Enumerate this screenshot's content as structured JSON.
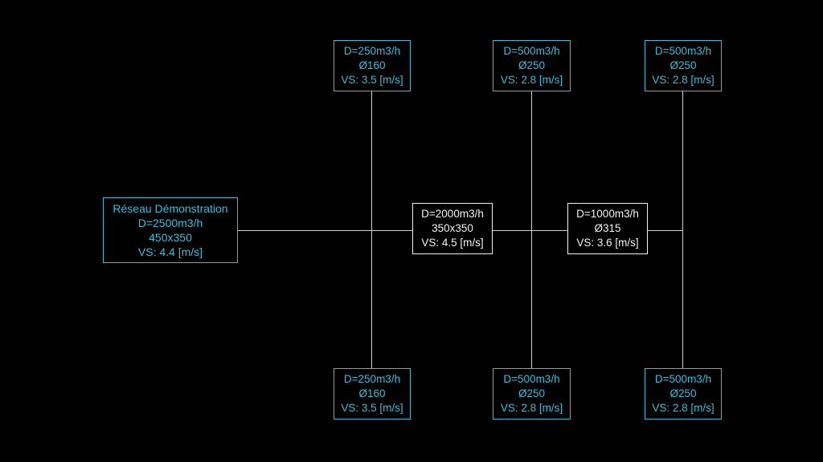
{
  "canvas": {
    "background": "#000000"
  },
  "colors": {
    "terminal": "#3bbcd9",
    "segment": "#f2f2f2",
    "line": "#cfcfcf"
  },
  "source_box": {
    "title": "Réseau Démonstration",
    "flow": "D=2500m3/h",
    "size": "450x350",
    "velocity": "VS: 4.4 [m/s]"
  },
  "segment_boxes": [
    {
      "flow": "D=2000m3/h",
      "size": "350x350",
      "velocity": "VS: 4.5 [m/s]"
    },
    {
      "flow": "D=1000m3/h",
      "size": "Ø315",
      "velocity": "VS: 3.6 [m/s]"
    }
  ],
  "top_terminals": [
    {
      "flow": "D=250m3/h",
      "size": "Ø160",
      "velocity": "VS: 3.5 [m/s]"
    },
    {
      "flow": "D=500m3/h",
      "size": "Ø250",
      "velocity": "VS: 2.8 [m/s]"
    },
    {
      "flow": "D=500m3/h",
      "size": "Ø250",
      "velocity": "VS: 2.8 [m/s]"
    }
  ],
  "bottom_terminals": [
    {
      "flow": "D=250m3/h",
      "size": "Ø160",
      "velocity": "VS: 3.5 [m/s]"
    },
    {
      "flow": "D=500m3/h",
      "size": "Ø250",
      "velocity": "VS: 2.8 [m/s]"
    },
    {
      "flow": "D=500m3/h",
      "size": "Ø250",
      "velocity": "VS: 2.8 [m/s]"
    }
  ]
}
